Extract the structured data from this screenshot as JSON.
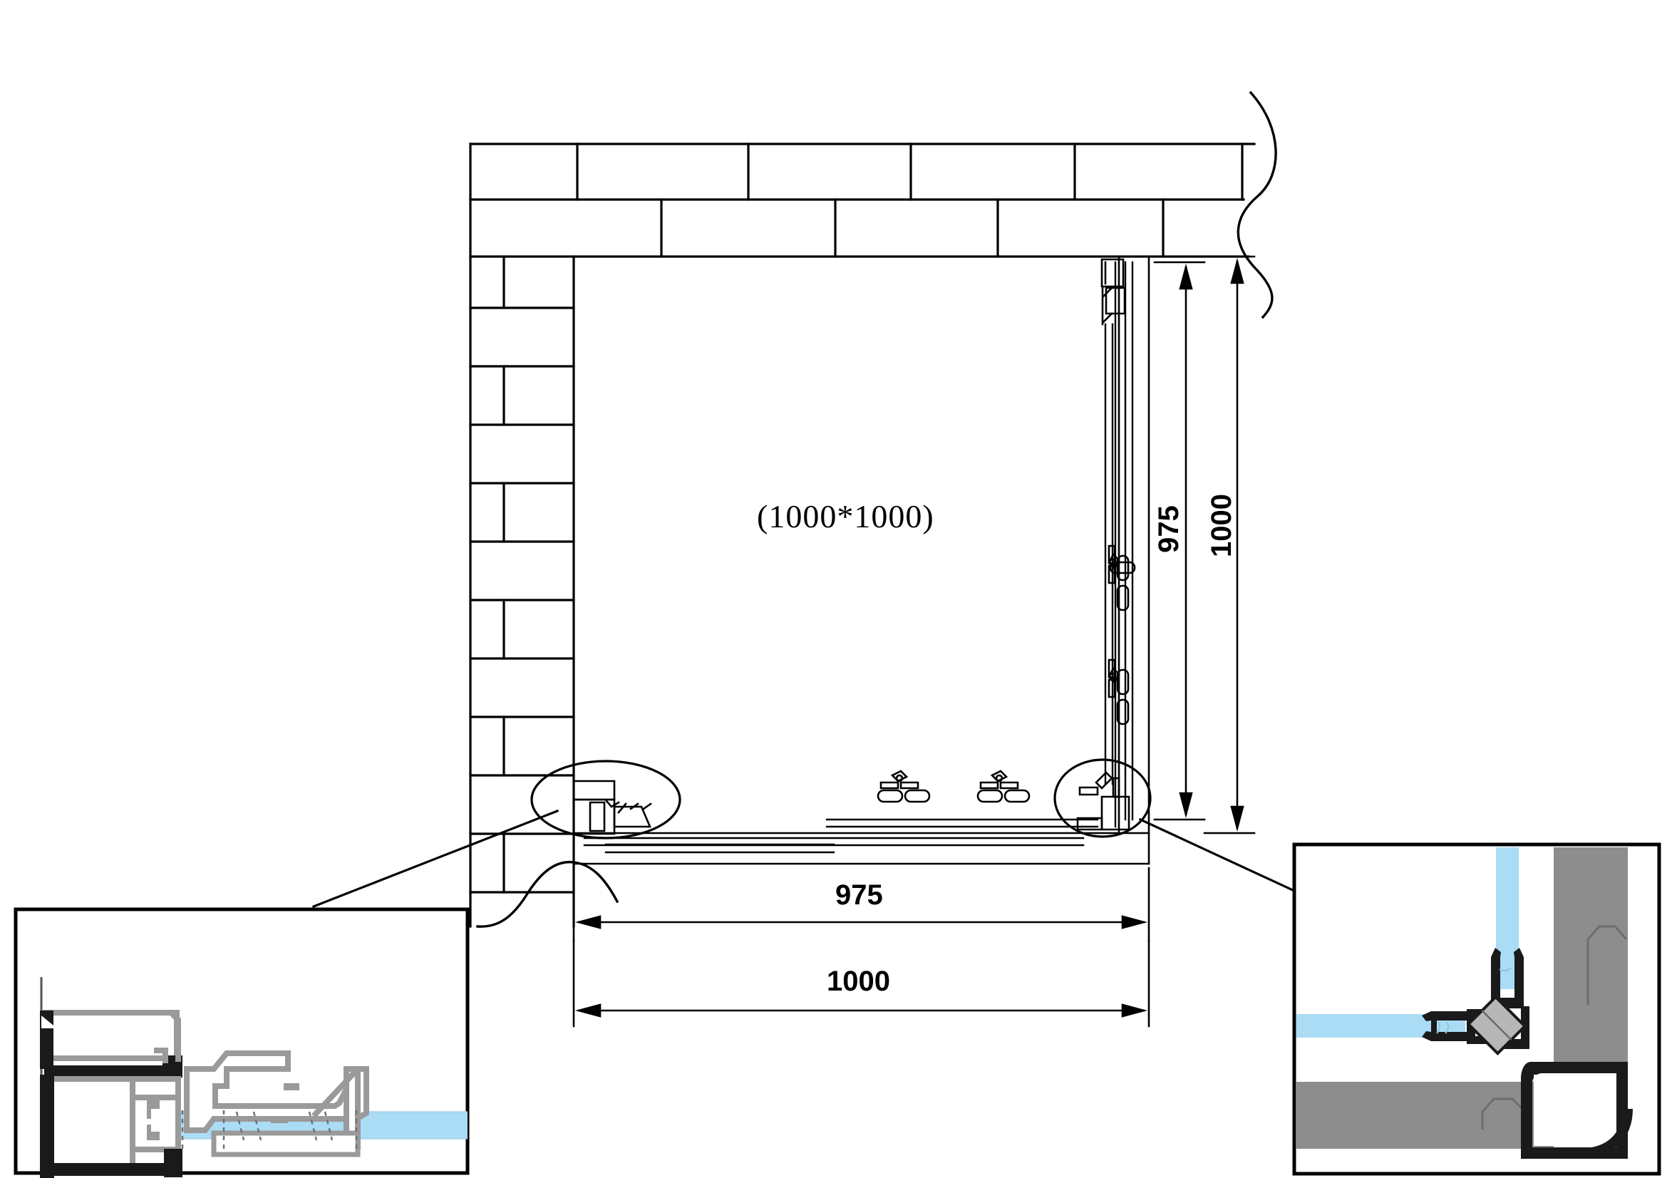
{
  "drawing": {
    "type": "technical-drawing",
    "title_note": "(1000*1000)",
    "units": "mm",
    "product": "corner sliding shower enclosure plan view"
  },
  "labels": {
    "enclosure_size": "(1000*1000)",
    "dim_bottom_inner": "975",
    "dim_bottom_outer": "1000",
    "dim_right_inner": "975",
    "dim_right_outer": "1000"
  },
  "dimensions": {
    "bottom": [
      {
        "name": "inner-width",
        "value": "975"
      },
      {
        "name": "overall-width",
        "value": "1000"
      }
    ],
    "right": [
      {
        "name": "inner-depth",
        "value": "975"
      },
      {
        "name": "overall-depth",
        "value": "1000"
      }
    ]
  },
  "details": {
    "left": {
      "name": "detail-view-left",
      "description": "profile section at sliding door jamb"
    },
    "right": {
      "name": "detail-view-right",
      "description": "corner seal and magnet profile section"
    }
  },
  "colors": {
    "line": "#000000",
    "glass": "#aadcf5",
    "profile_gray": "#8d8d8d",
    "profile_light": "#b7b7b7",
    "paper": "#ffffff"
  },
  "callouts": [
    {
      "name": "callout-ellipse-left",
      "target": "detail-view-left"
    },
    {
      "name": "callout-ellipse-right",
      "target": "detail-view-right"
    }
  ]
}
